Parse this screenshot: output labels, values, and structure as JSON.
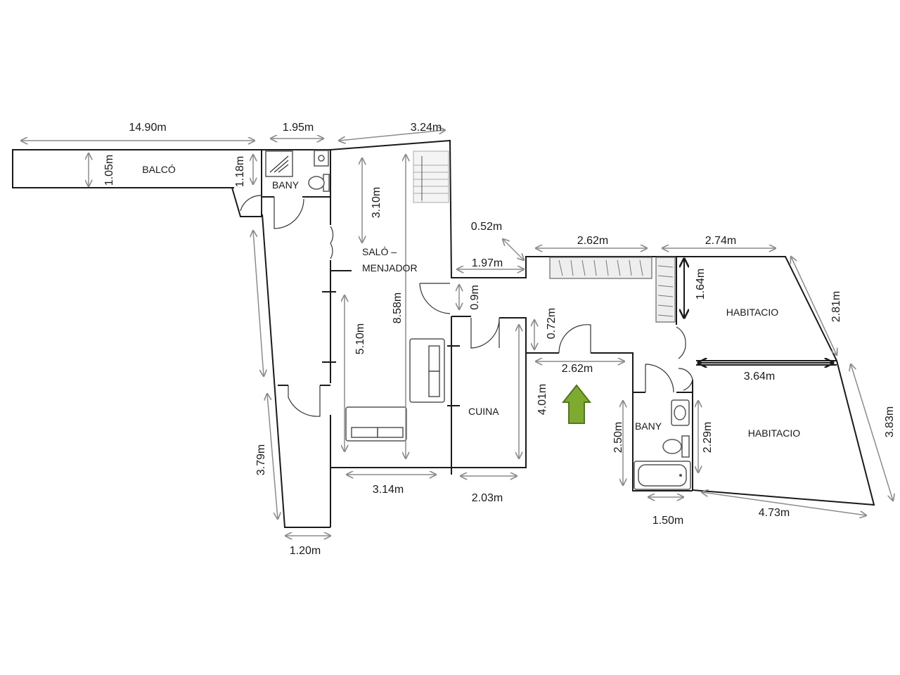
{
  "rooms": {
    "balco": "BALCÓ",
    "bany_top": "BANY",
    "salo_line1": "SALÓ –",
    "salo_line2": "MENJADOR",
    "cuina": "CUINA",
    "bany_right": "BANY",
    "habitacio_top": "HABITACIO",
    "habitacio_bottom": "HABITACIO"
  },
  "dimensions": {
    "d_14_90": "14.90m",
    "d_1_95": "1.95m",
    "d_3_24": "3.24m",
    "d_1_05": "1.05m",
    "d_1_18": "1.18m",
    "d_3_10": "3.10m",
    "d_8_58": "8.58m",
    "d_5_10": "5.10m",
    "d_0_52": "0.52m",
    "d_1_97": "1.97m",
    "d_2_62_top": "2.62m",
    "d_2_74": "2.74m",
    "d_0_9": "0.9m",
    "d_0_72": "0.72m",
    "d_2_62_mid": "2.62m",
    "d_1_64": "1.64m",
    "d_2_81": "2.81m",
    "d_3_64": "3.64m",
    "d_3_83": "3.83m",
    "d_4_01": "4.01m",
    "d_2_50": "2.50m",
    "d_2_29": "2.29m",
    "d_3_79": "3.79m",
    "d_3_14": "3.14m",
    "d_2_03": "2.03m",
    "d_1_50": "1.50m",
    "d_4_73": "4.73m",
    "d_1_20": "1.20m"
  },
  "colors": {
    "wall": "#1a1a1a",
    "dimension_line": "#8c8c8c",
    "entrance_arrow_fill": "#7daa2f",
    "entrance_arrow_stroke": "#4f7a1a"
  },
  "icons": {
    "entrance": "entrance-arrow-icon"
  }
}
